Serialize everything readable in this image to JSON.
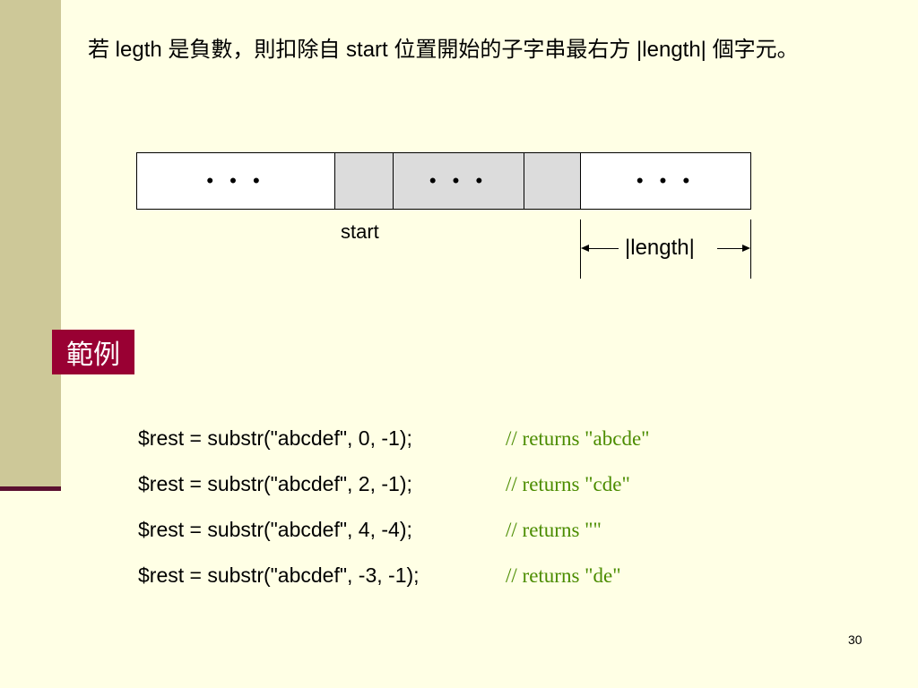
{
  "slide": {
    "heading": "若 legth 是負數，則扣除自 start 位置開始的子字串最右方 |length| 個字元。",
    "page_number": "30"
  },
  "diagram": {
    "cells": [
      {
        "text": "• • •",
        "fill": "white"
      },
      {
        "text": "",
        "fill": "gray"
      },
      {
        "text": "• • •",
        "fill": "gray"
      },
      {
        "text": "",
        "fill": "gray"
      },
      {
        "text": "• • •",
        "fill": "white"
      }
    ],
    "start_label": "start",
    "length_label": "|length|"
  },
  "example": {
    "badge": "範例",
    "lines": [
      {
        "code": "$rest = substr(\"abcdef\", 0, -1);",
        "comment": "// returns \"abcde\""
      },
      {
        "code": "$rest = substr(\"abcdef\", 2, -1);",
        "comment": "// returns \"cde\""
      },
      {
        "code": "$rest = substr(\"abcdef\", 4, -4);",
        "comment": "// returns \"\""
      },
      {
        "code": "$rest = substr(\"abcdef\", -3, -1);",
        "comment": "// returns \"de\""
      }
    ]
  },
  "colors": {
    "background": "#ffffe5",
    "left_bar": "#cdc898",
    "accent": "#990033",
    "comment": "#4b8c00",
    "cell_gray": "#dcdcdc"
  }
}
